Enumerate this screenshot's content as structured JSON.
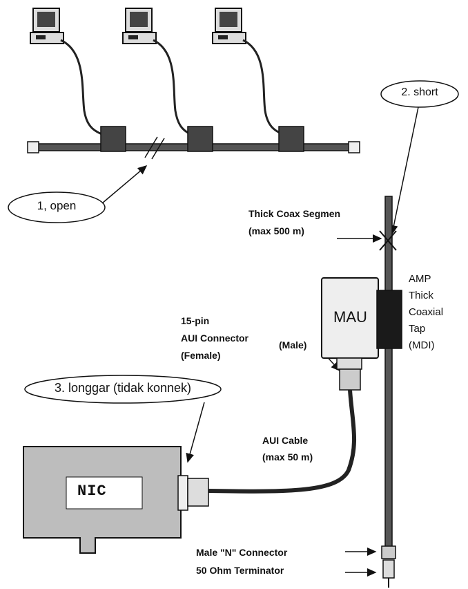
{
  "annotations": {
    "open": "1, open",
    "short": "2. short",
    "loose": "3. longgar (tidak konnek)"
  },
  "labels": {
    "thick_coax_line1": "Thick Coax Segmen",
    "thick_coax_line2": "(max 500 m)",
    "amp_line1": "AMP",
    "amp_line2": "Thick",
    "amp_line3": "Coaxial",
    "amp_line4": "Tap",
    "amp_line5": "(MDI)",
    "aui_conn_line1": "15-pin",
    "aui_conn_line2": "AUI Connector",
    "aui_conn_line3": "(Female)",
    "male": "(Male)",
    "aui_cable_line1": "AUI Cable",
    "aui_cable_line2": "(max 50 m)",
    "n_connector": "Male \"N\" Connector",
    "terminator": "50 Ohm Terminator",
    "mau": "MAU",
    "nic": "NIC"
  },
  "colors": {
    "ink": "#111111",
    "cable": "#2a2a2a",
    "device_fill": "#e6e6e6",
    "tap_fill": "#1a1a1a"
  }
}
